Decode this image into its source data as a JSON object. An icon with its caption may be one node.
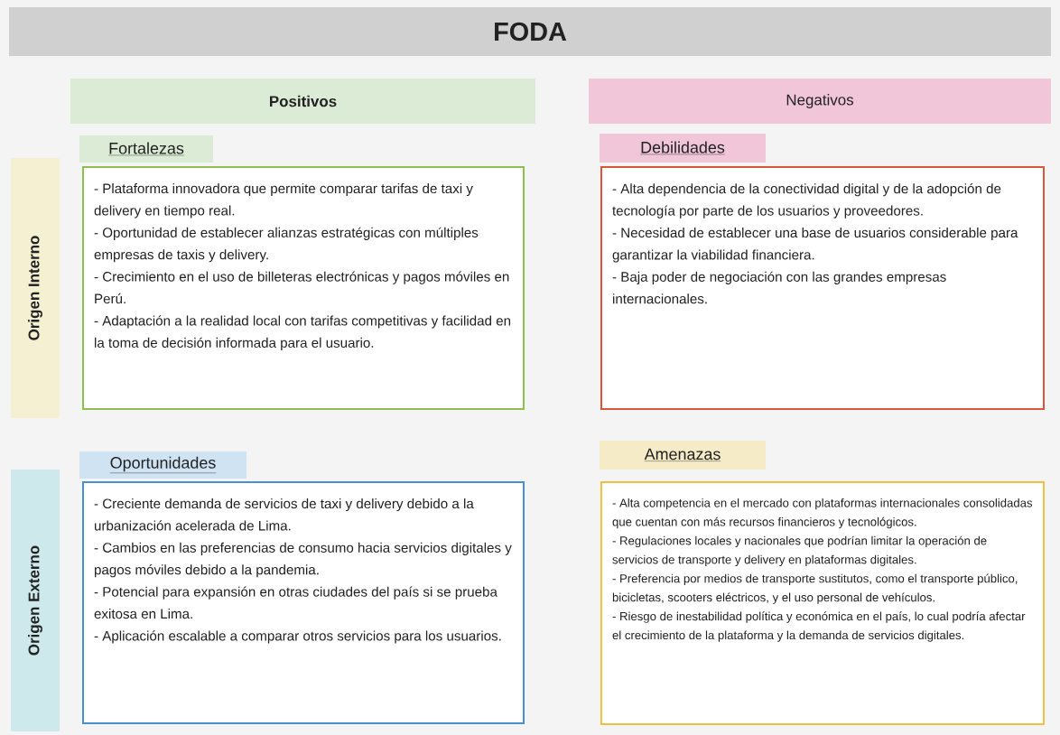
{
  "diagram": {
    "title": "FODA",
    "nodes": [
      {
        "text": [
          "Positivos"
        ]
      },
      {
        "text": [
          "Negativos"
        ]
      },
      {
        "text": [
          "Origen Interno"
        ]
      },
      {
        "text": [
          "Fortalezas",
          "- Plataforma innovadora que permite comparar tarifas de taxi y delivery en tiempo real.",
          "- Oportunidad de establecer alianzas estratégicas con múltiples empresas de taxis y delivery.",
          "- Crecimiento en el uso de billeteras electrónicas y pagos móviles en Perú.",
          "- Adaptación a la realidad local con tarifas competitivas y facilidad en la toma de decisión informada para el usuario."
        ]
      },
      {
        "text": [
          "Debilidades",
          "- Alta dependencia de la conectividad digital y de la adopción de tecnología por parte de los usuarios y proveedores.",
          "- Necesidad de establecer una base de usuarios considerable para garantizar la viabilidad financiera.",
          "- Baja poder de negociación con las grandes empresas internacionales."
        ]
      },
      {
        "text": [
          "Origen Externo"
        ]
      },
      {
        "text": [
          "Oportunidades",
          "- Creciente demanda de servicios de taxi y delivery debido a la urbanización acelerada de Lima.",
          "- Cambios en las preferencias de consumo hacia servicios digitales y pagos móviles debido a la pandemia.",
          "- Potencial para expansión en otras ciudades del país si se prueba exitosa en Lima.",
          "- Aplicación escalable a comparar otros servicios para los usuarios."
        ]
      },
      {
        "text": [
          "Amenazas",
          "- Alta competencia en el mercado con plataformas internacionales consolidadas que cuentan con más recursos financieros y tecnológicos.",
          "- Regulaciones locales y nacionales que podrían limitar la operación de servicios de transporte y delivery en plataformas digitales.",
          "- Preferencia por medios de transporte sustitutos, como el transporte público, bicicletas, scooters eléctricos, y el uso personal de vehículos.",
          "- Riesgo de inestabilidad política y económica en el país, lo cual podría afectar el crecimiento de la plataforma y la demanda de servicios digitales."
        ]
      }
    ]
  }
}
